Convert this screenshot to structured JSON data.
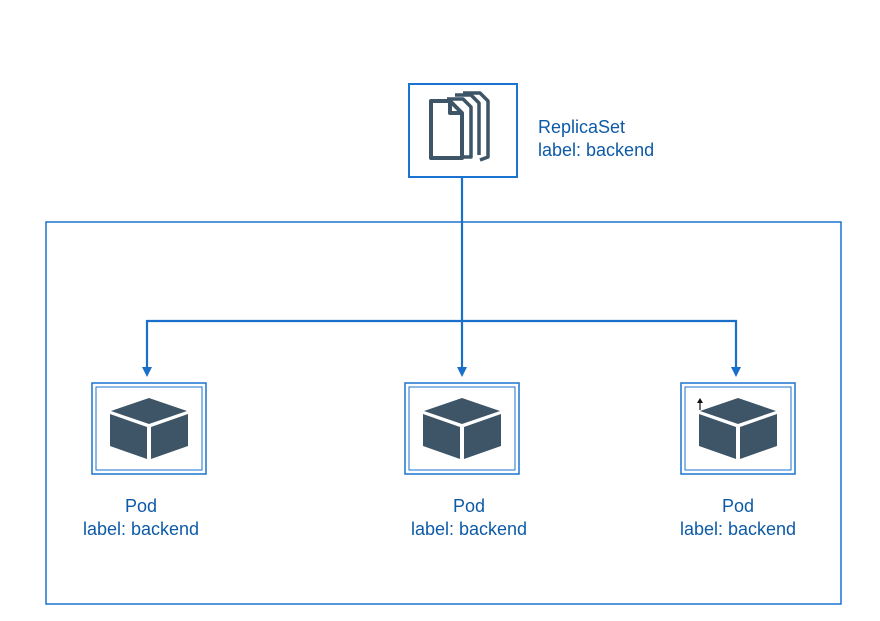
{
  "replicaset": {
    "name": "ReplicaSet",
    "label": "label: backend",
    "icon": "stacked-documents-icon"
  },
  "pods": [
    {
      "name": "Pod",
      "label": "label: backend",
      "icon": "cube-icon"
    },
    {
      "name": "Pod",
      "label": "label: backend",
      "icon": "cube-icon"
    },
    {
      "name": "Pod",
      "label": "label: backend",
      "icon": "cube-icon"
    }
  ],
  "colors": {
    "stroke": "#1a73d0",
    "text": "#0d5aa7",
    "icon": "#3d5566"
  }
}
